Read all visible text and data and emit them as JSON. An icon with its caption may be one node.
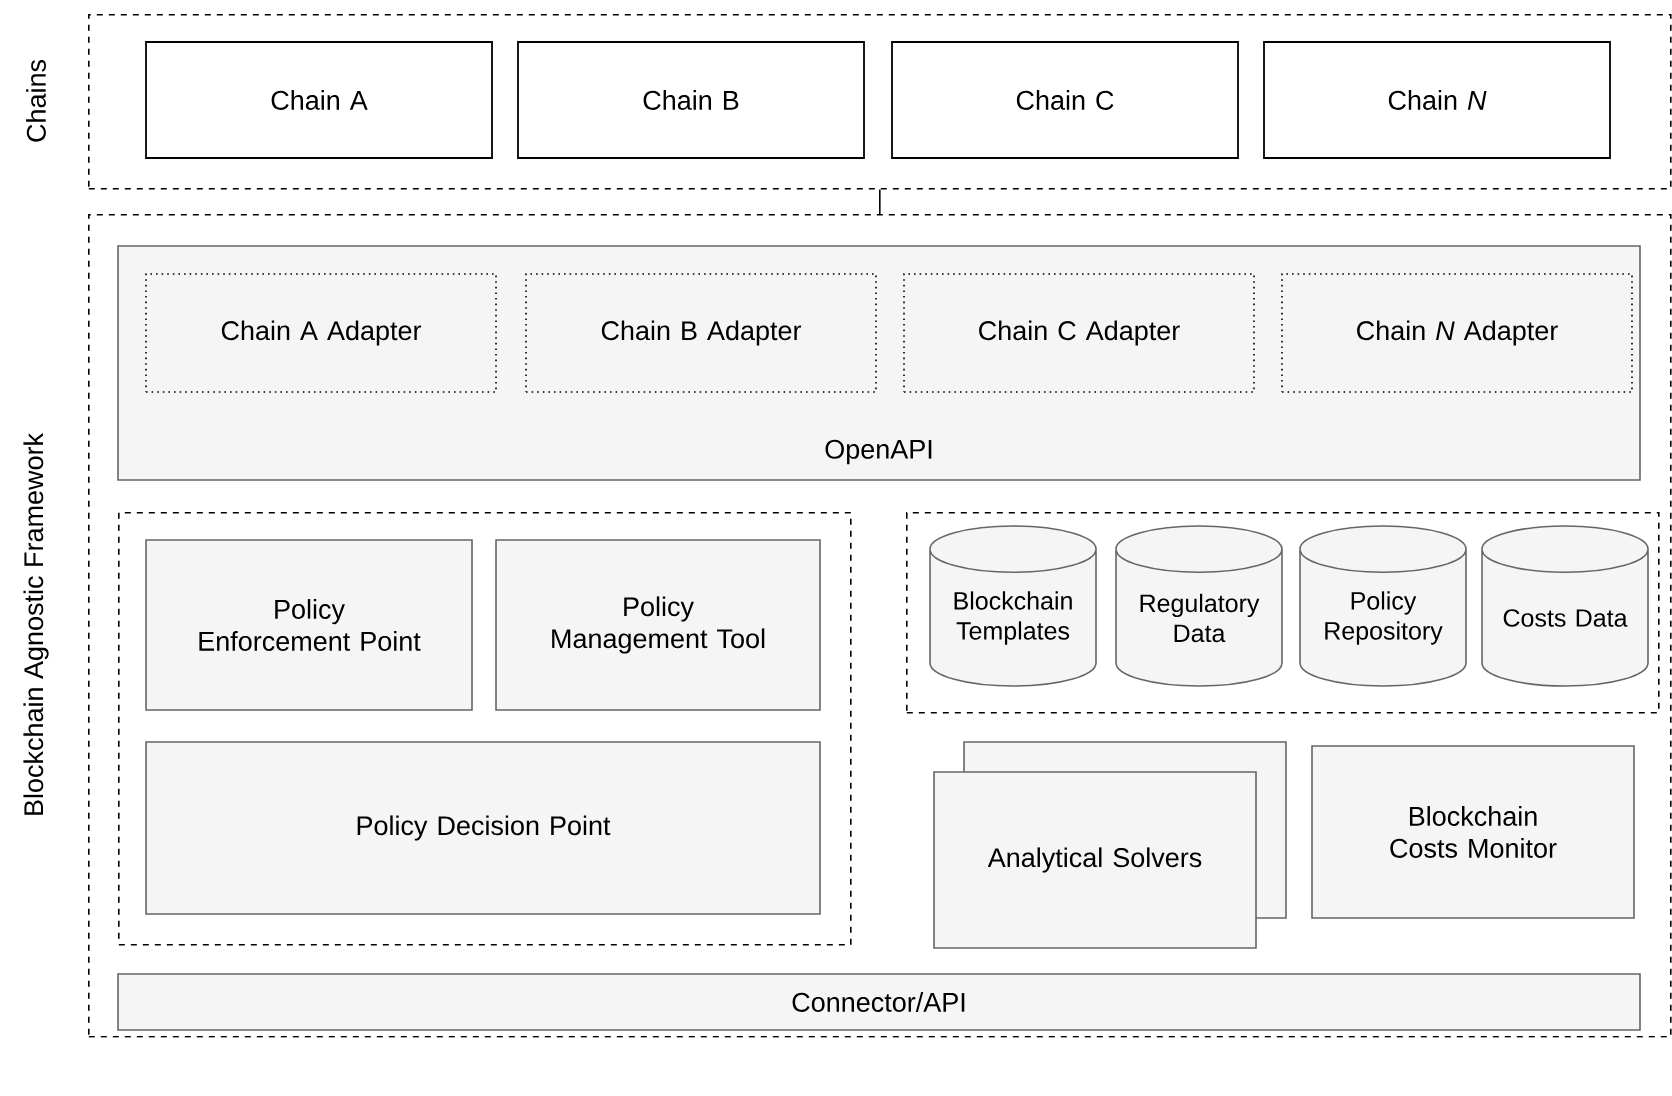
{
  "diagram": {
    "nodes": [
      {
        "text": [
          "Chains"
        ]
      },
      {
        "text": [
          "Chain A"
        ],
        "in": 0
      },
      {
        "text": [
          "Chain B"
        ],
        "in": 0
      },
      {
        "text": [
          "Chain C"
        ],
        "in": 0
      },
      {
        "text": [
          "Chain *N*"
        ],
        "in": 0
      },
      {
        "text": [
          "Blockchain Agnostic Framework"
        ]
      },
      {
        "text": [
          "OpenAPI"
        ],
        "in": 5
      },
      {
        "text": [
          "Chain A Adapter"
        ],
        "in": 6
      },
      {
        "text": [
          "Chain B Adapter"
        ],
        "in": 6
      },
      {
        "text": [
          "Chain C Adapter"
        ],
        "in": 6
      },
      {
        "text": [
          "Chain *N* Adapter"
        ],
        "in": 6
      },
      {
        "text": [],
        "shape": "box",
        "in": 5
      },
      {
        "text": [
          "Policy Enforcement Point"
        ],
        "in": 11
      },
      {
        "text": [
          "Policy Management Tool"
        ],
        "in": 11
      },
      {
        "text": [
          "Policy Decision Point"
        ],
        "in": 11
      },
      {
        "text": [],
        "shape": "box",
        "in": 5
      },
      {
        "text": [
          "Blockchain Templates"
        ],
        "in": 15
      },
      {
        "text": [
          "Regulatory Data"
        ],
        "in": 15
      },
      {
        "text": [
          "Policy Repository"
        ],
        "in": 15
      },
      {
        "text": [
          "Costs Data"
        ],
        "in": 15
      },
      {
        "text": [
          "Analytical Solvers"
        ],
        "in": 5
      },
      {
        "text": [
          "Blockchain Costs Monitor"
        ],
        "in": 5
      },
      {
        "text": [
          "Connector/API"
        ],
        "in": 5
      }
    ],
    "edges": [
      {
        "from": 0,
        "to": 5,
        "arrow": "none"
      }
    ]
  }
}
